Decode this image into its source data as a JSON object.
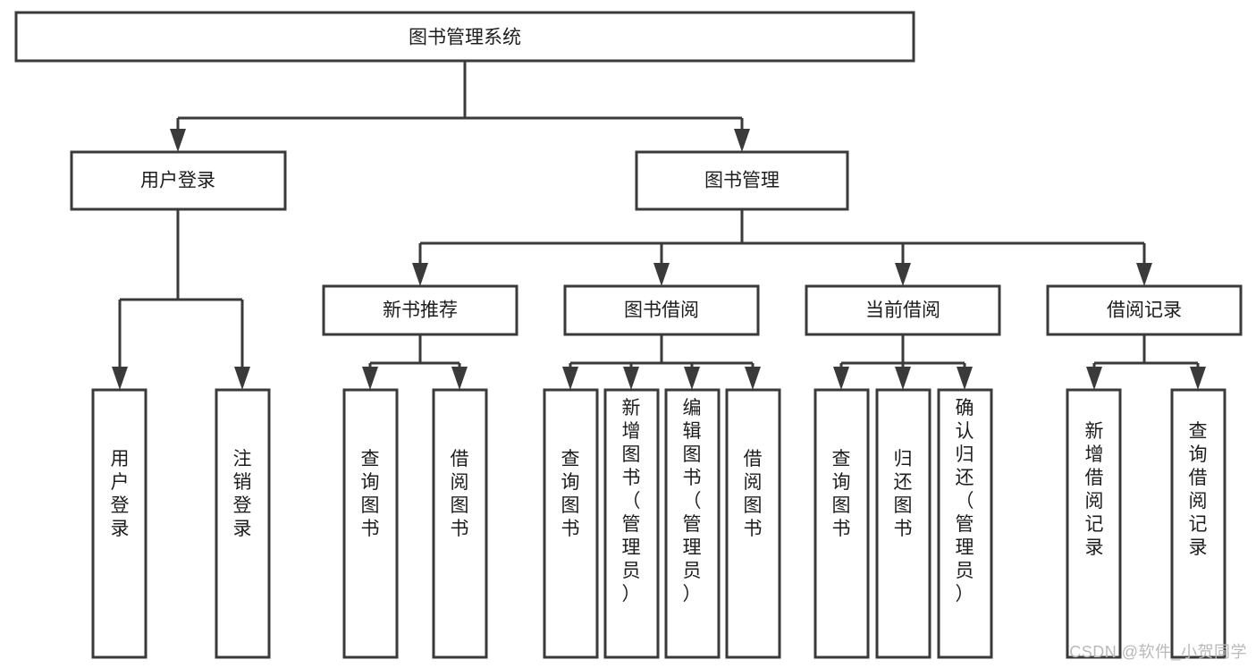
{
  "diagram": {
    "type": "tree-hierarchy",
    "title": "图书管理系统",
    "orientation": "top-down",
    "watermark": "CSDN @软件_小贺同学",
    "colors": {
      "background": "#ffffff",
      "box_fill": "#ffffff",
      "box_stroke": "#3a3a3a",
      "text": "#1d1d1d",
      "watermark": "#b9b9b9"
    },
    "levels": [
      {
        "level": 0,
        "nodes": [
          {
            "id": "root",
            "label": "图书管理系统",
            "text_orientation": "horizontal"
          }
        ]
      },
      {
        "level": 1,
        "nodes": [
          {
            "id": "user-login",
            "label": "用户登录",
            "parent": "root",
            "text_orientation": "horizontal"
          },
          {
            "id": "book-manage",
            "label": "图书管理",
            "parent": "root",
            "text_orientation": "horizontal"
          }
        ]
      },
      {
        "level": 2,
        "nodes": [
          {
            "id": "new-book-recommend",
            "label": "新书推荐",
            "parent": "book-manage",
            "text_orientation": "horizontal"
          },
          {
            "id": "book-borrow",
            "label": "图书借阅",
            "parent": "book-manage",
            "text_orientation": "horizontal"
          },
          {
            "id": "current-borrow",
            "label": "当前借阅",
            "parent": "book-manage",
            "text_orientation": "horizontal"
          },
          {
            "id": "borrow-record",
            "label": "借阅记录",
            "parent": "book-manage",
            "text_orientation": "horizontal"
          }
        ]
      },
      {
        "level": 3,
        "nodes": [
          {
            "id": "leaf-user-login",
            "label": "用户登录",
            "parent": "user-login",
            "text_orientation": "vertical"
          },
          {
            "id": "leaf-logout-login",
            "label": "注销登录",
            "parent": "user-login",
            "text_orientation": "vertical"
          },
          {
            "id": "leaf-query-book-1",
            "label": "查询图书",
            "parent": "new-book-recommend",
            "text_orientation": "vertical"
          },
          {
            "id": "leaf-borrow-book-1",
            "label": "借阅图书",
            "parent": "new-book-recommend",
            "text_orientation": "vertical"
          },
          {
            "id": "leaf-query-book-2",
            "label": "查询图书",
            "parent": "book-borrow",
            "text_orientation": "vertical"
          },
          {
            "id": "leaf-add-book",
            "label": "新增图书（管理员）",
            "parent": "book-borrow",
            "text_orientation": "vertical"
          },
          {
            "id": "leaf-edit-book",
            "label": "编辑图书（管理员）",
            "parent": "book-borrow",
            "text_orientation": "vertical"
          },
          {
            "id": "leaf-borrow-book-2",
            "label": "借阅图书",
            "parent": "book-borrow",
            "text_orientation": "vertical"
          },
          {
            "id": "leaf-query-book-3",
            "label": "查询图书",
            "parent": "current-borrow",
            "text_orientation": "vertical"
          },
          {
            "id": "leaf-return-book",
            "label": "归还图书",
            "parent": "current-borrow",
            "text_orientation": "vertical"
          },
          {
            "id": "leaf-confirm-return",
            "label": "确认归还（管理员）",
            "parent": "current-borrow",
            "text_orientation": "vertical"
          },
          {
            "id": "leaf-add-record",
            "label": "新增借阅记录",
            "parent": "borrow-record",
            "text_orientation": "vertical"
          },
          {
            "id": "leaf-query-record",
            "label": "查询借阅记录",
            "parent": "borrow-record",
            "text_orientation": "vertical"
          }
        ]
      }
    ]
  }
}
